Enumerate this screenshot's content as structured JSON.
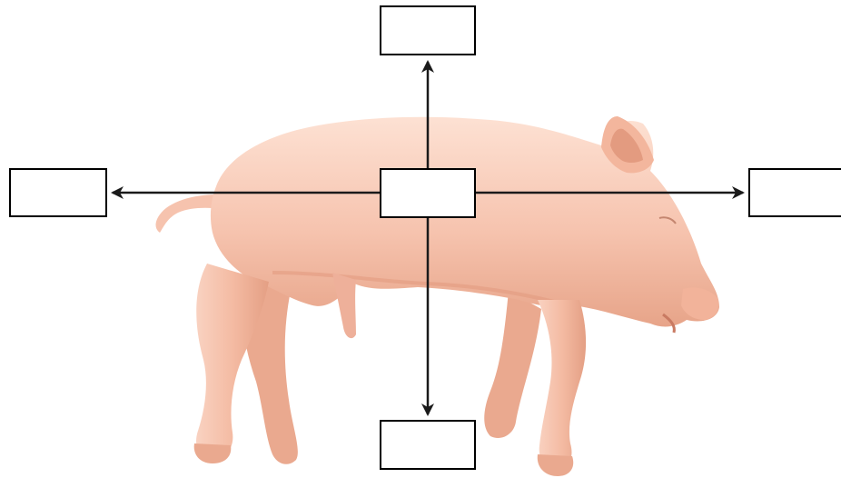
{
  "diagram": {
    "subject": "fetal-pig-illustration",
    "colors": {
      "skin": "#f6c3ae",
      "skin_shadow": "#e7a489",
      "skin_highlight": "#fde1d3",
      "arrow": "#1a1a1a",
      "box_border": "#000000"
    },
    "label_boxes": {
      "top": "",
      "left": "",
      "center": "",
      "right": "",
      "bottom": ""
    },
    "arrows": [
      "up",
      "left",
      "right",
      "down"
    ]
  }
}
